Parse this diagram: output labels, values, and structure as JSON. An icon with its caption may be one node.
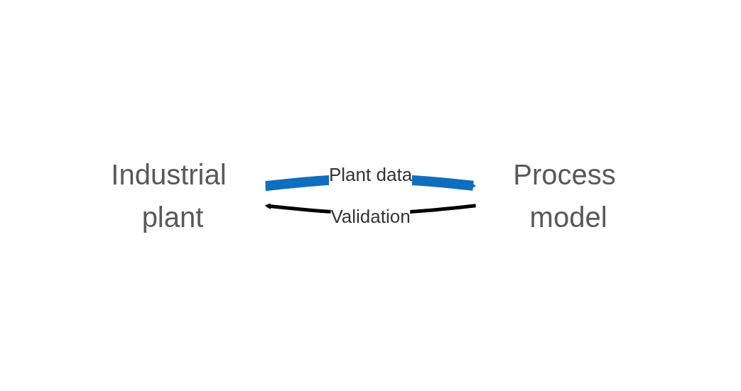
{
  "diagram": {
    "nodes": [
      {
        "text": [
          "Industrial plant"
        ]
      },
      {
        "text": [
          "Process model"
        ]
      }
    ],
    "edges": [
      {
        "from": 0,
        "to": 1,
        "arrow": "to",
        "label": "Plant data",
        "style": "thick",
        "color": "#106ebe"
      },
      {
        "from": 1,
        "to": 0,
        "arrow": "to",
        "label": "Validation",
        "color": "#000000"
      }
    ]
  }
}
